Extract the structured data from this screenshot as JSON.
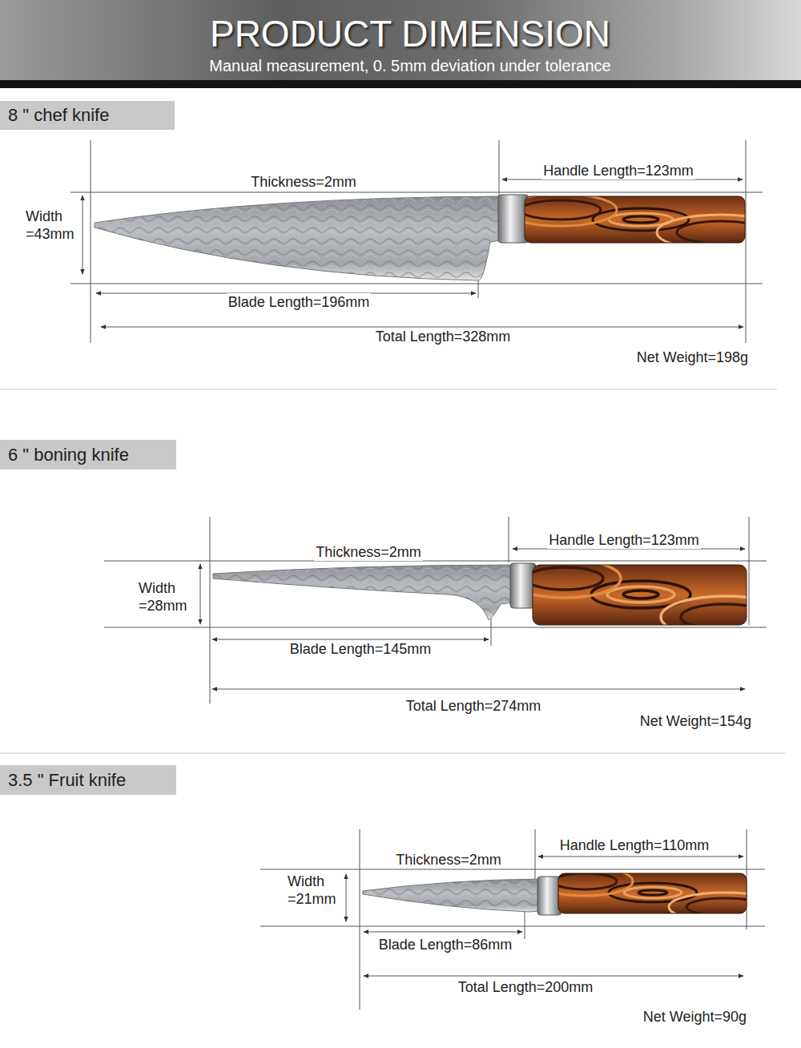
{
  "diagram": {
    "title": "PRODUCT DIMENSION",
    "nodes": [
      {
        "text": [
          "8 \" chef knife"
        ]
      },
      {
        "text": [
          "6 \" boning knife"
        ]
      },
      {
        "text": [
          "3.5 \" Fruit knife"
        ]
      }
    ],
    "labels": [
      "Manual measurement, 0. 5mm deviation under tolerance",
      "Thickness=2mm",
      "Handle Length=123mm",
      "Width =43mm",
      "Blade Length=196mm",
      "Total Length=328mm",
      "Net Weight=198g",
      "Thickness=2mm",
      "Handle Length=123mm",
      "Width =28mm",
      "Blade Length=145mm",
      "Total Length=274mm",
      "Net Weight=154g",
      "Thickness=2mm",
      "Handle Length=110mm",
      "Width =21mm",
      "Blade Length=86mm",
      "Total Length=200mm",
      "Net Weight=90g"
    ]
  }
}
